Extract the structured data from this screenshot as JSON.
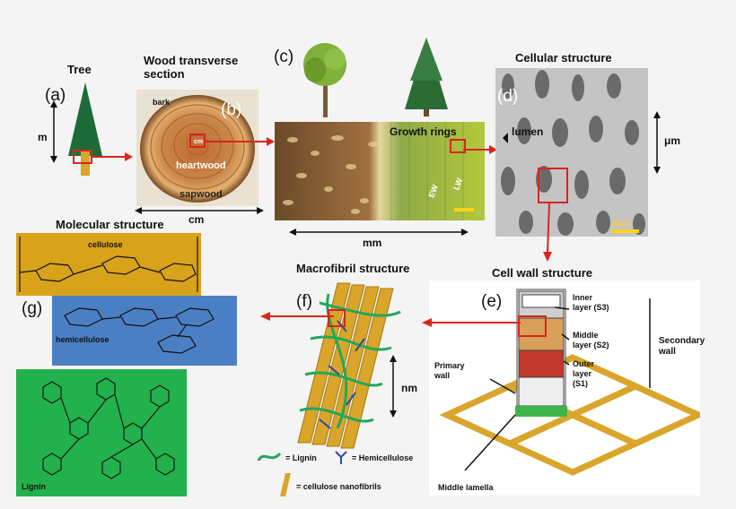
{
  "panels": {
    "a": {
      "label": "(a)",
      "title": "Tree",
      "scale": "m"
    },
    "b": {
      "label": "(b)",
      "title": "Wood transverse section",
      "bark": "bark",
      "center": "cm",
      "heartwood": "heartwood",
      "sapwood": "sapwood",
      "scale": "cm"
    },
    "c": {
      "label": "(c)",
      "growth_rings": "Growth rings",
      "ew": "EW",
      "lw": "LW",
      "scale": "mm"
    },
    "d": {
      "label": "(d)",
      "title": "Cellular structure",
      "lumen": "lumen",
      "scale": "μm",
      "scale_bar": "20μm"
    },
    "e": {
      "label": "(e)",
      "title": "Cell wall structure",
      "inner_layer": [
        "Inner",
        "layer (S3)"
      ],
      "middle_layer": [
        "Middle",
        "layer (S2)"
      ],
      "outer_layer": [
        "Outer",
        "layer",
        "(S1)"
      ],
      "secondary_wall": [
        "Secondary",
        "wall"
      ],
      "primary_wall": [
        "Primary",
        "wall"
      ],
      "middle_lamella": "Middle lamella"
    },
    "f": {
      "label": "(f)",
      "title": "Macrofibril structure",
      "scale": "nm",
      "legend": {
        "lignin": "= Lignin",
        "hemicellulose": "= Hemicellulose",
        "cellulose": "= cellulose nanofibrils"
      }
    },
    "g": {
      "label": "(g)",
      "title": "Molecular structure",
      "cellulose": "cellulose",
      "hemicellulose": "hemicellulose",
      "lignin": "Lignin"
    }
  },
  "colors": {
    "arrow_red": "#d9251c",
    "tree_green": "#1e6b3a",
    "cellulose_bg": "#d8a31b",
    "hemicellulose_bg": "#4b7fc4",
    "lignin_bg": "#22b14c",
    "fibril": "#d9a52a"
  }
}
